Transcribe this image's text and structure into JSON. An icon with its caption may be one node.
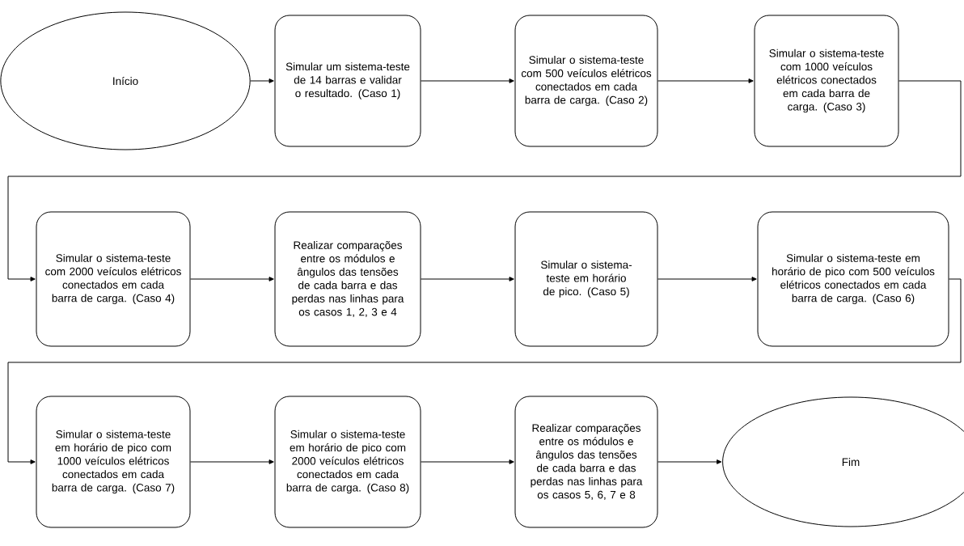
{
  "diagram": {
    "nodes": [
      {
        "text": [
          "Início"
        ]
      },
      {
        "text": [
          "Simular um sistema-teste de 14 barras e validar o resultado. (Caso 1)"
        ]
      },
      {
        "text": [
          "Simular o sistema-teste com 500 veículos elétricos conectados em cada barra de carga. (Caso 2)"
        ]
      },
      {
        "text": [
          "Simular o sistema-teste com 1000 veículos elétricos conectados em cada barra de carga. (Caso 3)"
        ]
      },
      {
        "text": [
          "Simular o sistema-teste com 2000 veículos elétricos conectados em cada barra de carga. (Caso 4)"
        ]
      },
      {
        "text": [
          "Realizar comparações entre os módulos e ângulos das tensões de cada barra e das perdas nas linhas para os casos 1, 2, 3 e 4"
        ]
      },
      {
        "text": [
          "Simular o sistema-teste em horário de pico. (Caso 5)"
        ]
      },
      {
        "text": [
          "Simular o sistema-teste em horário de pico com 500 veículos elétricos conectados em cada barra de carga. (Caso 6)"
        ]
      },
      {
        "text": [
          "Simular o sistema-teste em horário de pico com 1000 veículos elétricos conectados em cada barra de carga. (Caso 7)"
        ]
      },
      {
        "text": [
          "Simular o sistema-teste em horário de pico com 2000 veículos elétricos conectados em cada barra de carga. (Caso 8)"
        ]
      },
      {
        "text": [
          "Realizar comparações entre os módulos e ângulos das tensões de cada barra e das perdas nas linhas para os casos 5, 6, 7 e 8"
        ]
      },
      {
        "text": [
          "Fim"
        ]
      }
    ],
    "edges": [
      {
        "from": 0,
        "to": 1,
        "arrow": "to"
      },
      {
        "from": 1,
        "to": 2,
        "arrow": "to"
      },
      {
        "from": 2,
        "to": 3,
        "arrow": "to"
      },
      {
        "from": 3,
        "to": 4,
        "arrow": "to"
      },
      {
        "from": 4,
        "to": 5,
        "arrow": "to"
      },
      {
        "from": 5,
        "to": 6,
        "arrow": "to"
      },
      {
        "from": 6,
        "to": 7,
        "arrow": "to"
      },
      {
        "from": 7,
        "to": 8,
        "arrow": "to"
      },
      {
        "from": 8,
        "to": 9,
        "arrow": "to"
      },
      {
        "from": 9,
        "to": 10,
        "arrow": "to"
      },
      {
        "from": 10,
        "to": 11,
        "arrow": "to"
      }
    ]
  }
}
